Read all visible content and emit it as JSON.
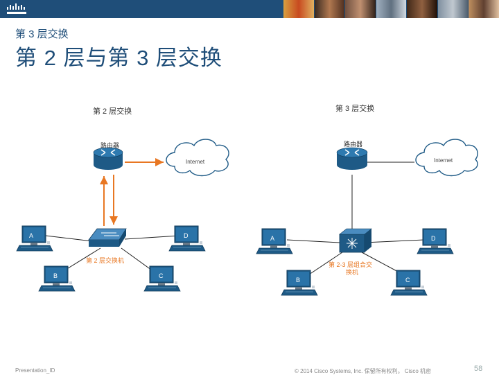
{
  "header": {
    "kicker": "第 3 层交换",
    "title": "第 2 层与第 3 层交换"
  },
  "colors": {
    "brand": "#1f4e79",
    "arrow": "#e87722",
    "device": "#1e5a86"
  },
  "icons": [
    "cisco-logo-icon",
    "router-icon",
    "cloud-icon",
    "switch-icon",
    "multilayer-switch-icon",
    "pc-icon"
  ],
  "left": {
    "label": "第 2 层交换",
    "router": "路由器",
    "internet": "Internet",
    "switch": "第 2 层交换机",
    "pcs": [
      "A",
      "D",
      "B",
      "C"
    ]
  },
  "right": {
    "label": "第 3 层交换",
    "router": "路由器",
    "internet": "Internet",
    "switch_line1": "第 2-3 层组合交",
    "switch_line2": "换机",
    "pcs": [
      "A",
      "D",
      "B",
      "C"
    ]
  },
  "footer": {
    "left": "Presentation_ID",
    "middle": "© 2014 Cisco Systems, Inc. 保留所有权利。 Cisco 机密",
    "page": "58"
  }
}
